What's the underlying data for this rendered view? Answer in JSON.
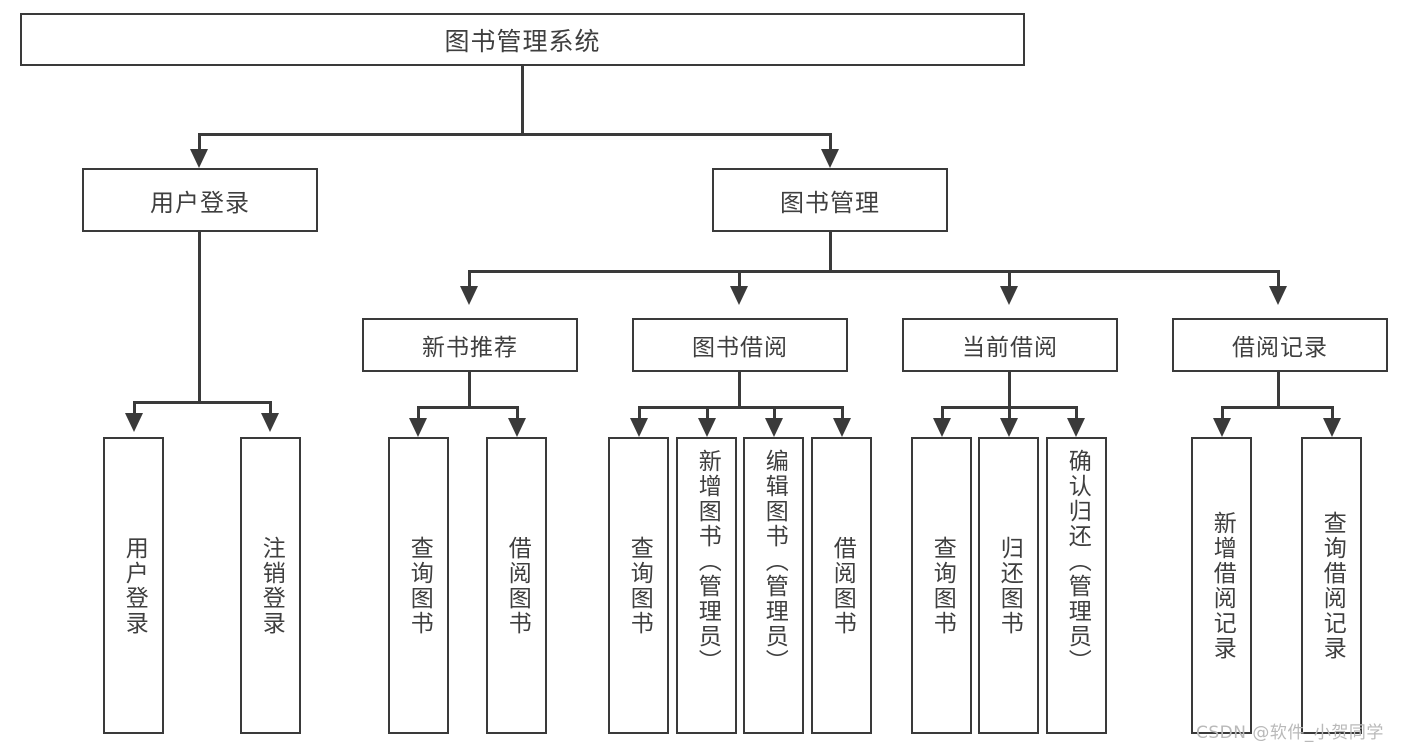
{
  "diagram": {
    "title": "图书管理系统",
    "type": "tree-hierarchy",
    "root": {
      "label": "图书管理系统"
    },
    "level2": [
      {
        "label": "用户登录"
      },
      {
        "label": "图书管理"
      }
    ],
    "level3": [
      {
        "label": "新书推荐"
      },
      {
        "label": "图书借阅"
      },
      {
        "label": "当前借阅"
      },
      {
        "label": "借阅记录"
      }
    ],
    "leaves": {
      "user_login": [
        {
          "label": "用户登录"
        },
        {
          "label": "注销登录"
        }
      ],
      "new_book_recommend": [
        {
          "label": "查询图书"
        },
        {
          "label": "借阅图书"
        }
      ],
      "book_borrow": [
        {
          "label": "查询图书"
        },
        {
          "label": "新增图书（管理员）"
        },
        {
          "label": "编辑图书（管理员）"
        },
        {
          "label": "借阅图书"
        }
      ],
      "current_borrow": [
        {
          "label": "查询图书"
        },
        {
          "label": "归还图书"
        },
        {
          "label": "确认归还（管理员）"
        }
      ],
      "borrow_records": [
        {
          "label": "新增借阅记录"
        },
        {
          "label": "查询借阅记录"
        }
      ]
    }
  },
  "watermark": {
    "text": "CSDN @软件_小贺同学"
  },
  "colors": {
    "border": "#3a3a3a",
    "text": "#3f3f3f",
    "background": "#ffffff",
    "watermark": "#b9b9b9"
  }
}
